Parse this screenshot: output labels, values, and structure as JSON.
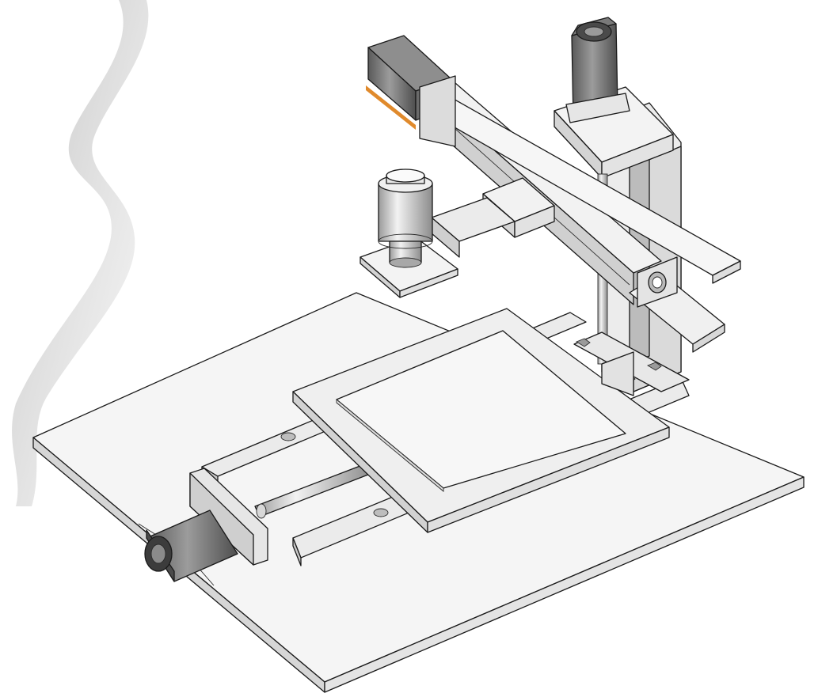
{
  "colors": {
    "background": "#ffffff",
    "surface_light": "#f4f4f4",
    "surface_mid": "#e2e2e2",
    "surface_dark": "#c8c8c8",
    "motor_dark": "#6e6e6e",
    "motor_light": "#bcbcbc",
    "accent": "#e08a2c",
    "shadow": "#8a8a8a"
  },
  "components": [
    {
      "id": "base-plate",
      "label": ""
    },
    {
      "id": "y-linear-rails",
      "label": ""
    },
    {
      "id": "y-stepper-motor",
      "label": ""
    },
    {
      "id": "y-ball-screw",
      "label": ""
    },
    {
      "id": "xy-work-table",
      "label": ""
    },
    {
      "id": "z-column-frame",
      "label": ""
    },
    {
      "id": "x-gantry-beam",
      "label": ""
    },
    {
      "id": "x-stepper-motor",
      "label": ""
    },
    {
      "id": "z-stepper-motor",
      "label": ""
    },
    {
      "id": "spindle-head",
      "label": ""
    }
  ]
}
